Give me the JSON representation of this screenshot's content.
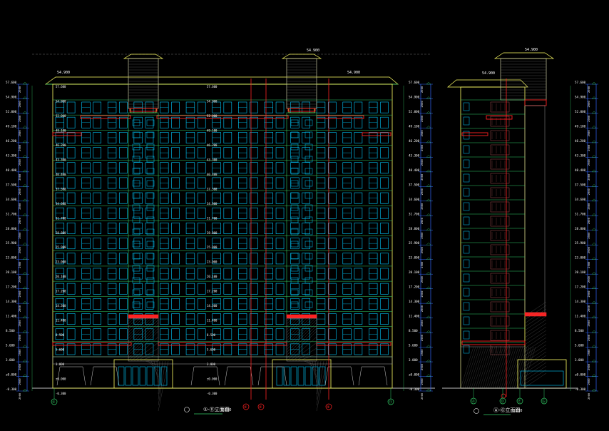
{
  "drawing": {
    "front": {
      "title": "①-⑪立面图",
      "scale": "1:100",
      "top_dims": {
        "left": "54.900",
        "right": "54.900",
        "tower": "54.900"
      },
      "floors": 17,
      "bays": 13,
      "axis_left": "①",
      "axis_right": "⑪",
      "red_grid_tags": [
        "⑥",
        "⑥",
        "⑨"
      ]
    },
    "side": {
      "title": "Ⓐ-Ⓖ立面图",
      "scale": "1:100",
      "top_dims": {
        "left": "54.900",
        "tower": "54.900"
      },
      "axis_tags": [
        "Ⓐ",
        "Ⓓ",
        "Ⓔ",
        "Ⓖ"
      ]
    },
    "levels": [
      "57.600",
      "54.900",
      "52.000",
      "49.100",
      "46.200",
      "43.300",
      "40.400",
      "37.500",
      "34.600",
      "31.700",
      "28.800",
      "25.900",
      "23.000",
      "20.100",
      "17.200",
      "14.300",
      "11.400",
      "8.500",
      "5.600",
      "3.000",
      "±0.000",
      "-0.300"
    ],
    "colors": {
      "background": "#000000",
      "wall": "#33cc66",
      "window": "#00ccff",
      "frame": "#ffff66",
      "band": "#ff2222",
      "text": "#ffffff",
      "dimension": "#3366ff"
    }
  }
}
